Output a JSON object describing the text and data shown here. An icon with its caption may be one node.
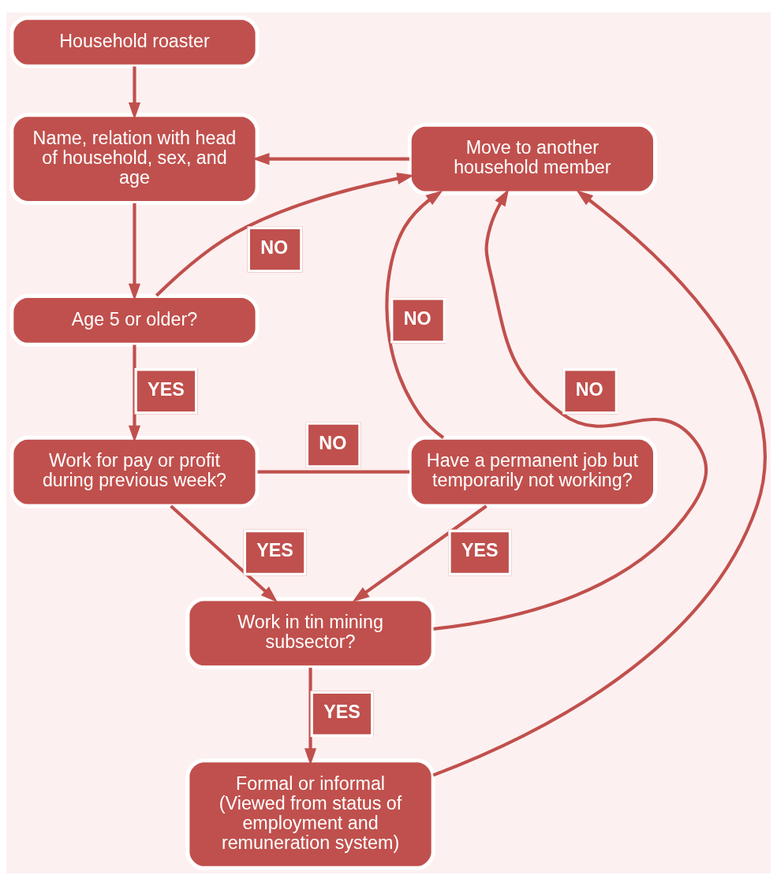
{
  "diagram": {
    "nodes": [
      {
        "text": [
          "Household roaster"
        ]
      },
      {
        "text": [
          "Name, relation with head of household, sex, and age"
        ]
      },
      {
        "text": [
          "Move to another household member"
        ]
      },
      {
        "text": [
          "Age 5 or older?"
        ]
      },
      {
        "text": [
          "Work for pay or profit during previous week?"
        ]
      },
      {
        "text": [
          "Have a permanent job but temporarily not working?"
        ]
      },
      {
        "text": [
          "Work in tin mining subsector?"
        ]
      },
      {
        "text": [
          "Formal or informal (Viewed from status of employment and remuneration system)"
        ]
      }
    ],
    "edges": [
      {
        "from": 0,
        "to": 1,
        "arrow": "to"
      },
      {
        "from": 1,
        "to": 3,
        "arrow": "to"
      },
      {
        "from": 2,
        "to": 1,
        "arrow": "to"
      },
      {
        "from": 3,
        "to": 2,
        "arrow": "to",
        "label": "NO"
      },
      {
        "from": 3,
        "to": 4,
        "arrow": "to",
        "label": "YES"
      },
      {
        "from": 4,
        "to": 5,
        "arrow": "none",
        "label": "NO"
      },
      {
        "from": 5,
        "to": 2,
        "arrow": "to",
        "label": "NO"
      },
      {
        "from": 4,
        "to": 6,
        "arrow": "to",
        "label": "YES"
      },
      {
        "from": 5,
        "to": 6,
        "arrow": "to",
        "label": "YES"
      },
      {
        "from": 6,
        "to": 2,
        "arrow": "to",
        "label": "NO"
      },
      {
        "from": 6,
        "to": 7,
        "arrow": "to",
        "label": "YES"
      },
      {
        "from": 7,
        "to": 2,
        "arrow": "to"
      }
    ]
  }
}
